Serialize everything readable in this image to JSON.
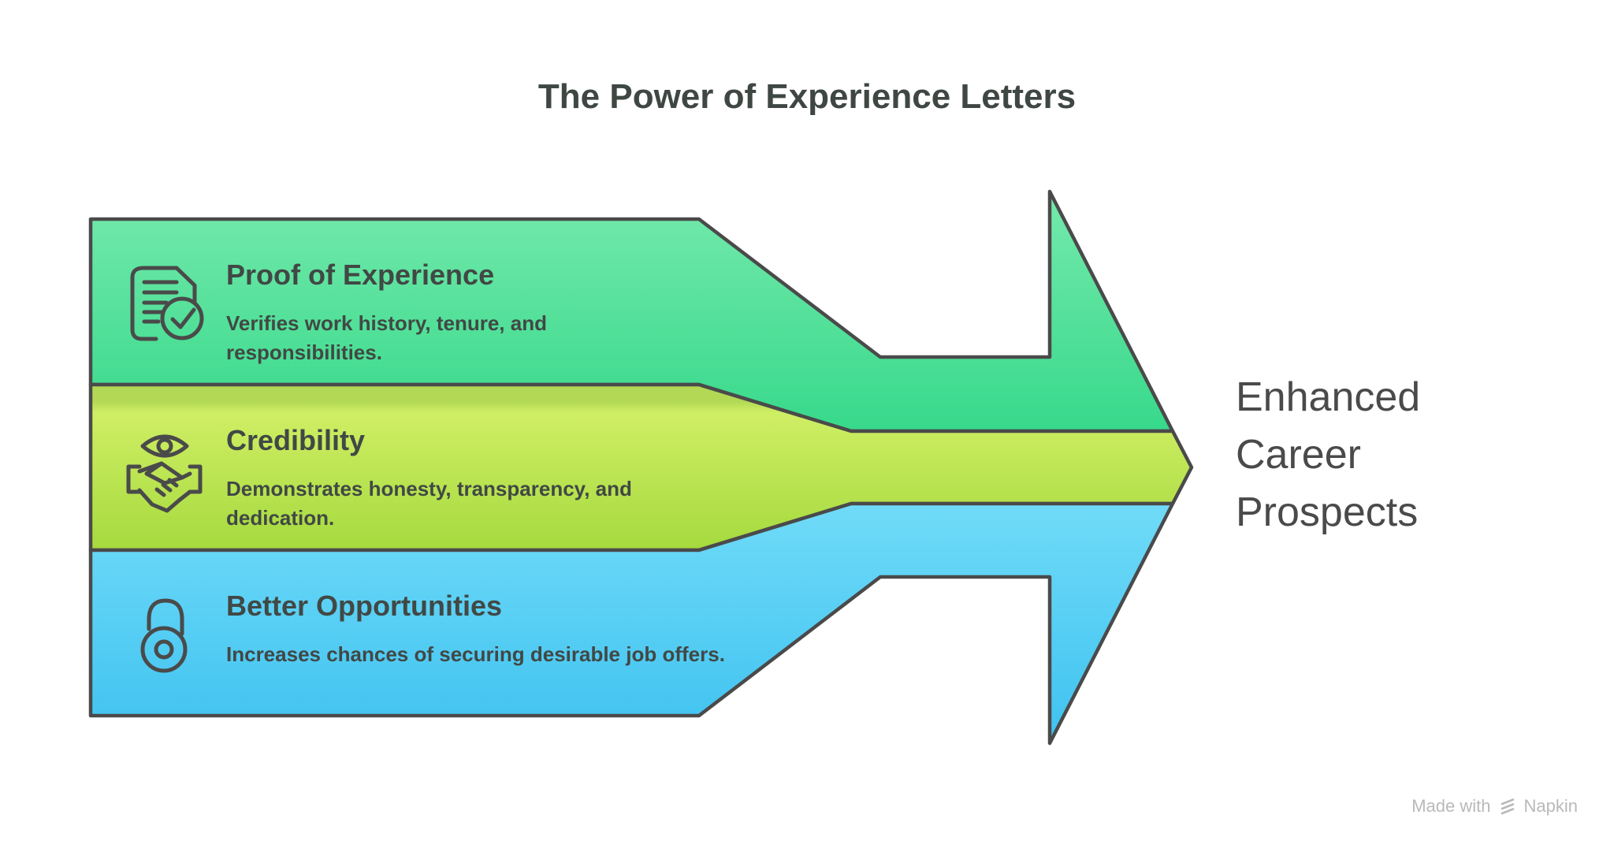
{
  "page": {
    "title": "The Power of Experience Letters",
    "background": "#ffffff"
  },
  "bands": [
    {
      "icon": "document-check-icon",
      "title": "Proof of Experience",
      "description": "Verifies work history, tenure, and responsibilities.",
      "gradient_top": "#74e9ab",
      "gradient_bottom": "#37d98b"
    },
    {
      "icon": "eye-handshake-icon",
      "title": "Credibility",
      "description": "Demonstrates honesty, transparency, and dedication.",
      "texture_top": "#b2d855",
      "gradient_top": "#cfee64",
      "gradient_bottom": "#a5da3e"
    },
    {
      "icon": "open-padlock-icon",
      "title": "Better Opportunities",
      "description": "Increases chances of securing desirable job offers.",
      "gradient_top": "#70dbf8",
      "gradient_bottom": "#3fc2f0"
    }
  ],
  "result_label": "Enhanced Career Prospects",
  "watermark": {
    "prefix": "Made with",
    "brand": "Napkin",
    "logo_icon": "napkin-logo-icon"
  },
  "colors": {
    "outline": "#4a4a4a",
    "text": "#414845",
    "title_text": "#3f4743",
    "result_text": "#4a4a4a",
    "watermark_text": "#b9b9b9"
  }
}
